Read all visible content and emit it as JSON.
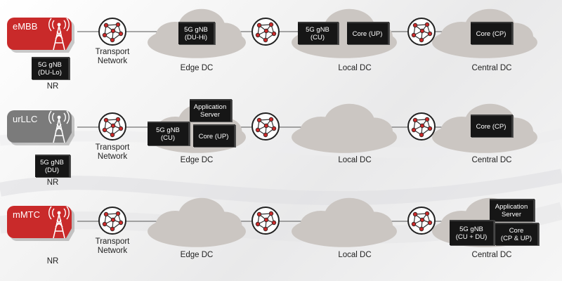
{
  "rows": [
    {
      "slice": "eMBB",
      "color": "#c92a2a",
      "transport": [
        "Transport",
        "Network"
      ],
      "nr": "NR",
      "edge": "Edge DC",
      "local": "Local DC",
      "central": "Central DC",
      "ran_box": [
        "5G gNB",
        "(DU-Lo)"
      ],
      "edge_boxes": [
        [
          "5G gNB",
          "(DU-Hi)"
        ]
      ],
      "local_boxes": [
        [
          "5G gNB",
          "(CU)"
        ],
        [
          "Core (UP)"
        ]
      ],
      "central_boxes": [
        [
          "Core (CP)"
        ]
      ]
    },
    {
      "slice": "urLLC",
      "color": "#7b7b7b",
      "transport": [
        "Transport",
        "Network"
      ],
      "nr": "NR",
      "edge": "Edge DC",
      "local": "Local DC",
      "central": "Central DC",
      "ran_box": [
        "5G gNB",
        "(DU)"
      ],
      "edge_app": [
        "Application",
        "Server"
      ],
      "edge_boxes": [
        [
          "5G gNB",
          "(CU)"
        ],
        [
          "Core (UP)"
        ]
      ],
      "central_boxes": [
        [
          "Core (CP)"
        ]
      ]
    },
    {
      "slice": "mMTC",
      "color": "#c92a2a",
      "transport": [
        "Transport",
        "Network"
      ],
      "nr": "NR",
      "edge": "Edge DC",
      "local": "Local DC",
      "central": "Central DC",
      "central_app": [
        "Application",
        "Server"
      ],
      "central_boxes": [
        [
          "5G gNB",
          "(CU + DU)"
        ],
        [
          "Core",
          "(CP & UP)"
        ]
      ]
    }
  ]
}
